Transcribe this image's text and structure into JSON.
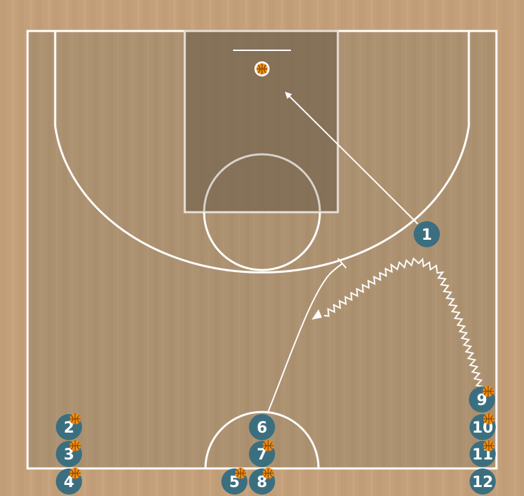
{
  "diagram": {
    "colors": {
      "floor": "#c4a07a",
      "court": "#ad9272",
      "paint": "#7f6b55",
      "lines": "#ffffff",
      "player": "#3b6f80",
      "ball": "#f08c12"
    },
    "players": [
      {
        "id": "p1",
        "label": "1",
        "has_ball": false
      },
      {
        "id": "p2",
        "label": "2",
        "has_ball": true
      },
      {
        "id": "p3",
        "label": "3",
        "has_ball": true
      },
      {
        "id": "p4",
        "label": "4",
        "has_ball": true
      },
      {
        "id": "p5",
        "label": "5",
        "has_ball": true
      },
      {
        "id": "p6",
        "label": "6",
        "has_ball": false
      },
      {
        "id": "p7",
        "label": "7",
        "has_ball": true
      },
      {
        "id": "p8",
        "label": "8",
        "has_ball": true
      },
      {
        "id": "p9",
        "label": "9",
        "has_ball": true
      },
      {
        "id": "p10",
        "label": "10",
        "has_ball": true
      },
      {
        "id": "p11",
        "label": "11",
        "has_ball": true
      },
      {
        "id": "p12",
        "label": "12",
        "has_ball": false
      }
    ],
    "actions": [
      {
        "id": "cut-1",
        "type": "cut",
        "from": "1",
        "to": "basket"
      },
      {
        "id": "screen-6",
        "type": "screen",
        "from": "6"
      },
      {
        "id": "dribble-9",
        "type": "dribble",
        "from": "9"
      }
    ]
  }
}
